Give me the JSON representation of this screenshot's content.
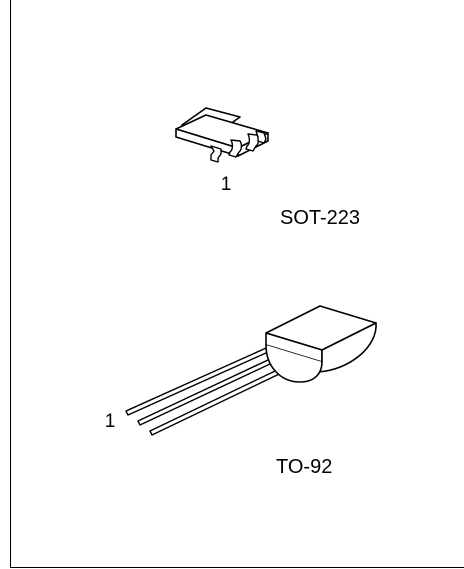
{
  "packages": [
    {
      "name": "SOT-223",
      "pin1_label": "1"
    },
    {
      "name": "TO-92",
      "pin1_label": "1"
    }
  ]
}
